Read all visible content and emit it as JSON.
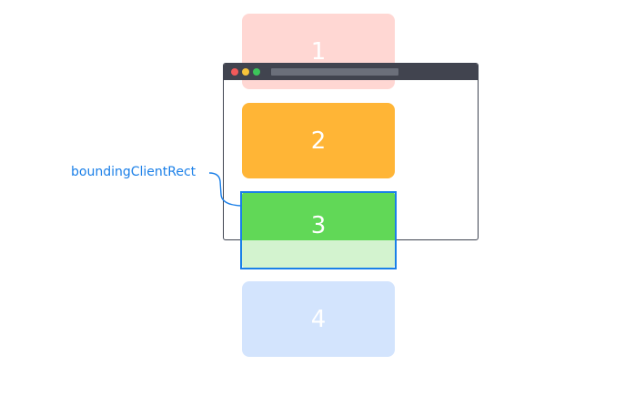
{
  "boxes": [
    {
      "label": "1",
      "color": "#ffd7d3"
    },
    {
      "label": "2",
      "color": "#ffb536"
    },
    {
      "label": "3",
      "color": "#61d857",
      "clipped_color": "#d3f3cf"
    },
    {
      "label": "4",
      "color": "#d3e4fd"
    }
  ],
  "annotation": {
    "text": "boundingClientRect",
    "color": "#1a7fe8"
  },
  "browser": {
    "frame_color": "#41444f",
    "buttons": [
      "#f25a5a",
      "#f7c33a",
      "#3cc55a"
    ]
  }
}
